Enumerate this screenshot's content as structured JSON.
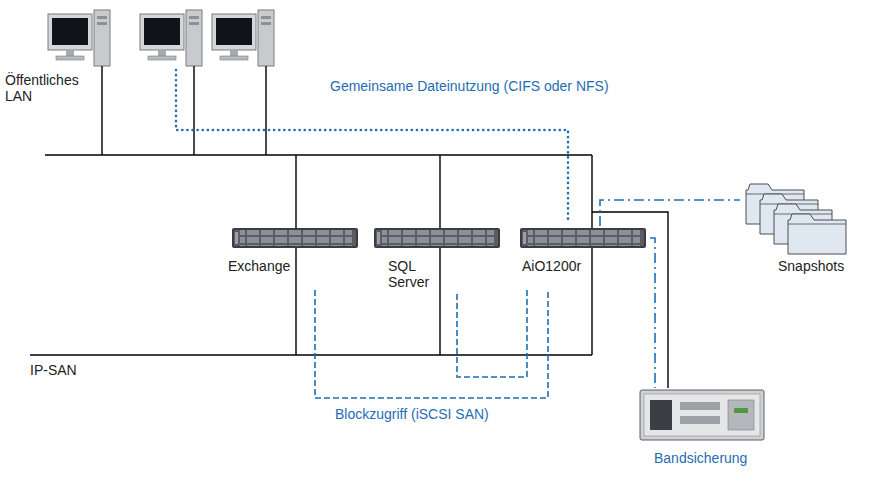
{
  "diagram": {
    "nodes": [
      {
        "text": [
          "Exchange"
        ]
      },
      {
        "text": [
          "SQL Server"
        ]
      },
      {
        "text": [
          "AiO1200r"
        ]
      },
      {
        "text": [
          "Snapshots"
        ]
      },
      {
        "text": [
          "Bandsicherung"
        ]
      }
    ],
    "edges": [
      {
        "from": 0,
        "to": 2,
        "arrow": "none"
      },
      {
        "from": 1,
        "to": 2,
        "arrow": "none"
      },
      {
        "from": 2,
        "to": 3,
        "arrow": "none"
      },
      {
        "from": 2,
        "to": 4,
        "arrow": "none"
      }
    ],
    "labels": [
      "Öffentliches LAN",
      "Gemeinsame Dateinutzung (CIFS oder NFS)",
      "IP-SAN",
      "Blockzugriff (iSCSI SAN)"
    ]
  }
}
